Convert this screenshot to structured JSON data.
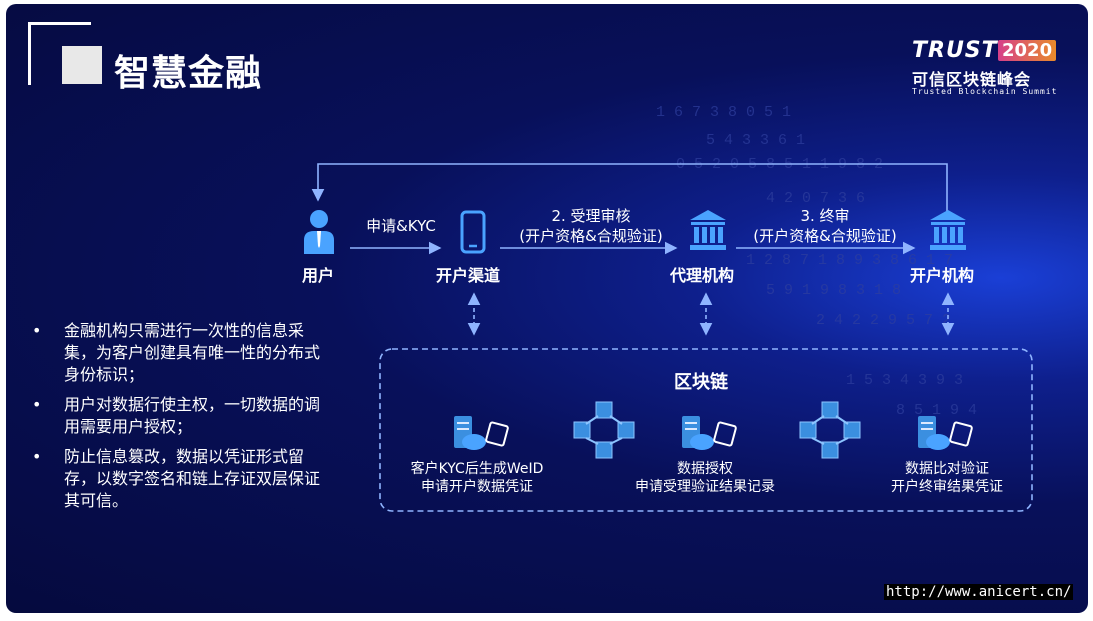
{
  "header": {
    "title": "智慧金融"
  },
  "brand": {
    "trust": "TRUST",
    "year": "2020",
    "cn": "可信区块链峰会",
    "en": "Trusted Blockchain Summit"
  },
  "flow": {
    "nodes": [
      {
        "label": "用户",
        "icon": "user-icon"
      },
      {
        "label": "开户渠道",
        "icon": "phone-icon"
      },
      {
        "label": "代理机构",
        "icon": "bank-icon"
      },
      {
        "label": "开户机构",
        "icon": "bank-icon"
      }
    ],
    "arrows": [
      {
        "line1": "申请&KYC",
        "line2": ""
      },
      {
        "line1": "2. 受理审核",
        "line2": "(开户资格&合规验证)"
      },
      {
        "line1": "3. 终审",
        "line2": "(开户资格&合规验证)"
      }
    ]
  },
  "bullets": [
    "金融机构只需进行一次性的信息采集，为客户创建具有唯一性的分布式身份标识；",
    "用户对数据行使主权，一切数据的调用需要用户授权；",
    "防止信息篡改，数据以凭证形式留存，以数字签名和链上存证双层保证其可信。"
  ],
  "blockchain": {
    "title": "区块链",
    "items": [
      {
        "line1": "客户KYC后生成WeID",
        "line2": "申请开户数据凭证"
      },
      {
        "line1": "数据授权",
        "line2": "申请受理验证结果记录"
      },
      {
        "line1": "数据比对验证",
        "line2": "开户终审结果凭证"
      }
    ]
  },
  "footer": {
    "url": "http://www.anicert.cn/"
  },
  "colors": {
    "accent": "#4aa3ff",
    "cube": "#3b8fe0",
    "line": "#8fb4ff"
  }
}
